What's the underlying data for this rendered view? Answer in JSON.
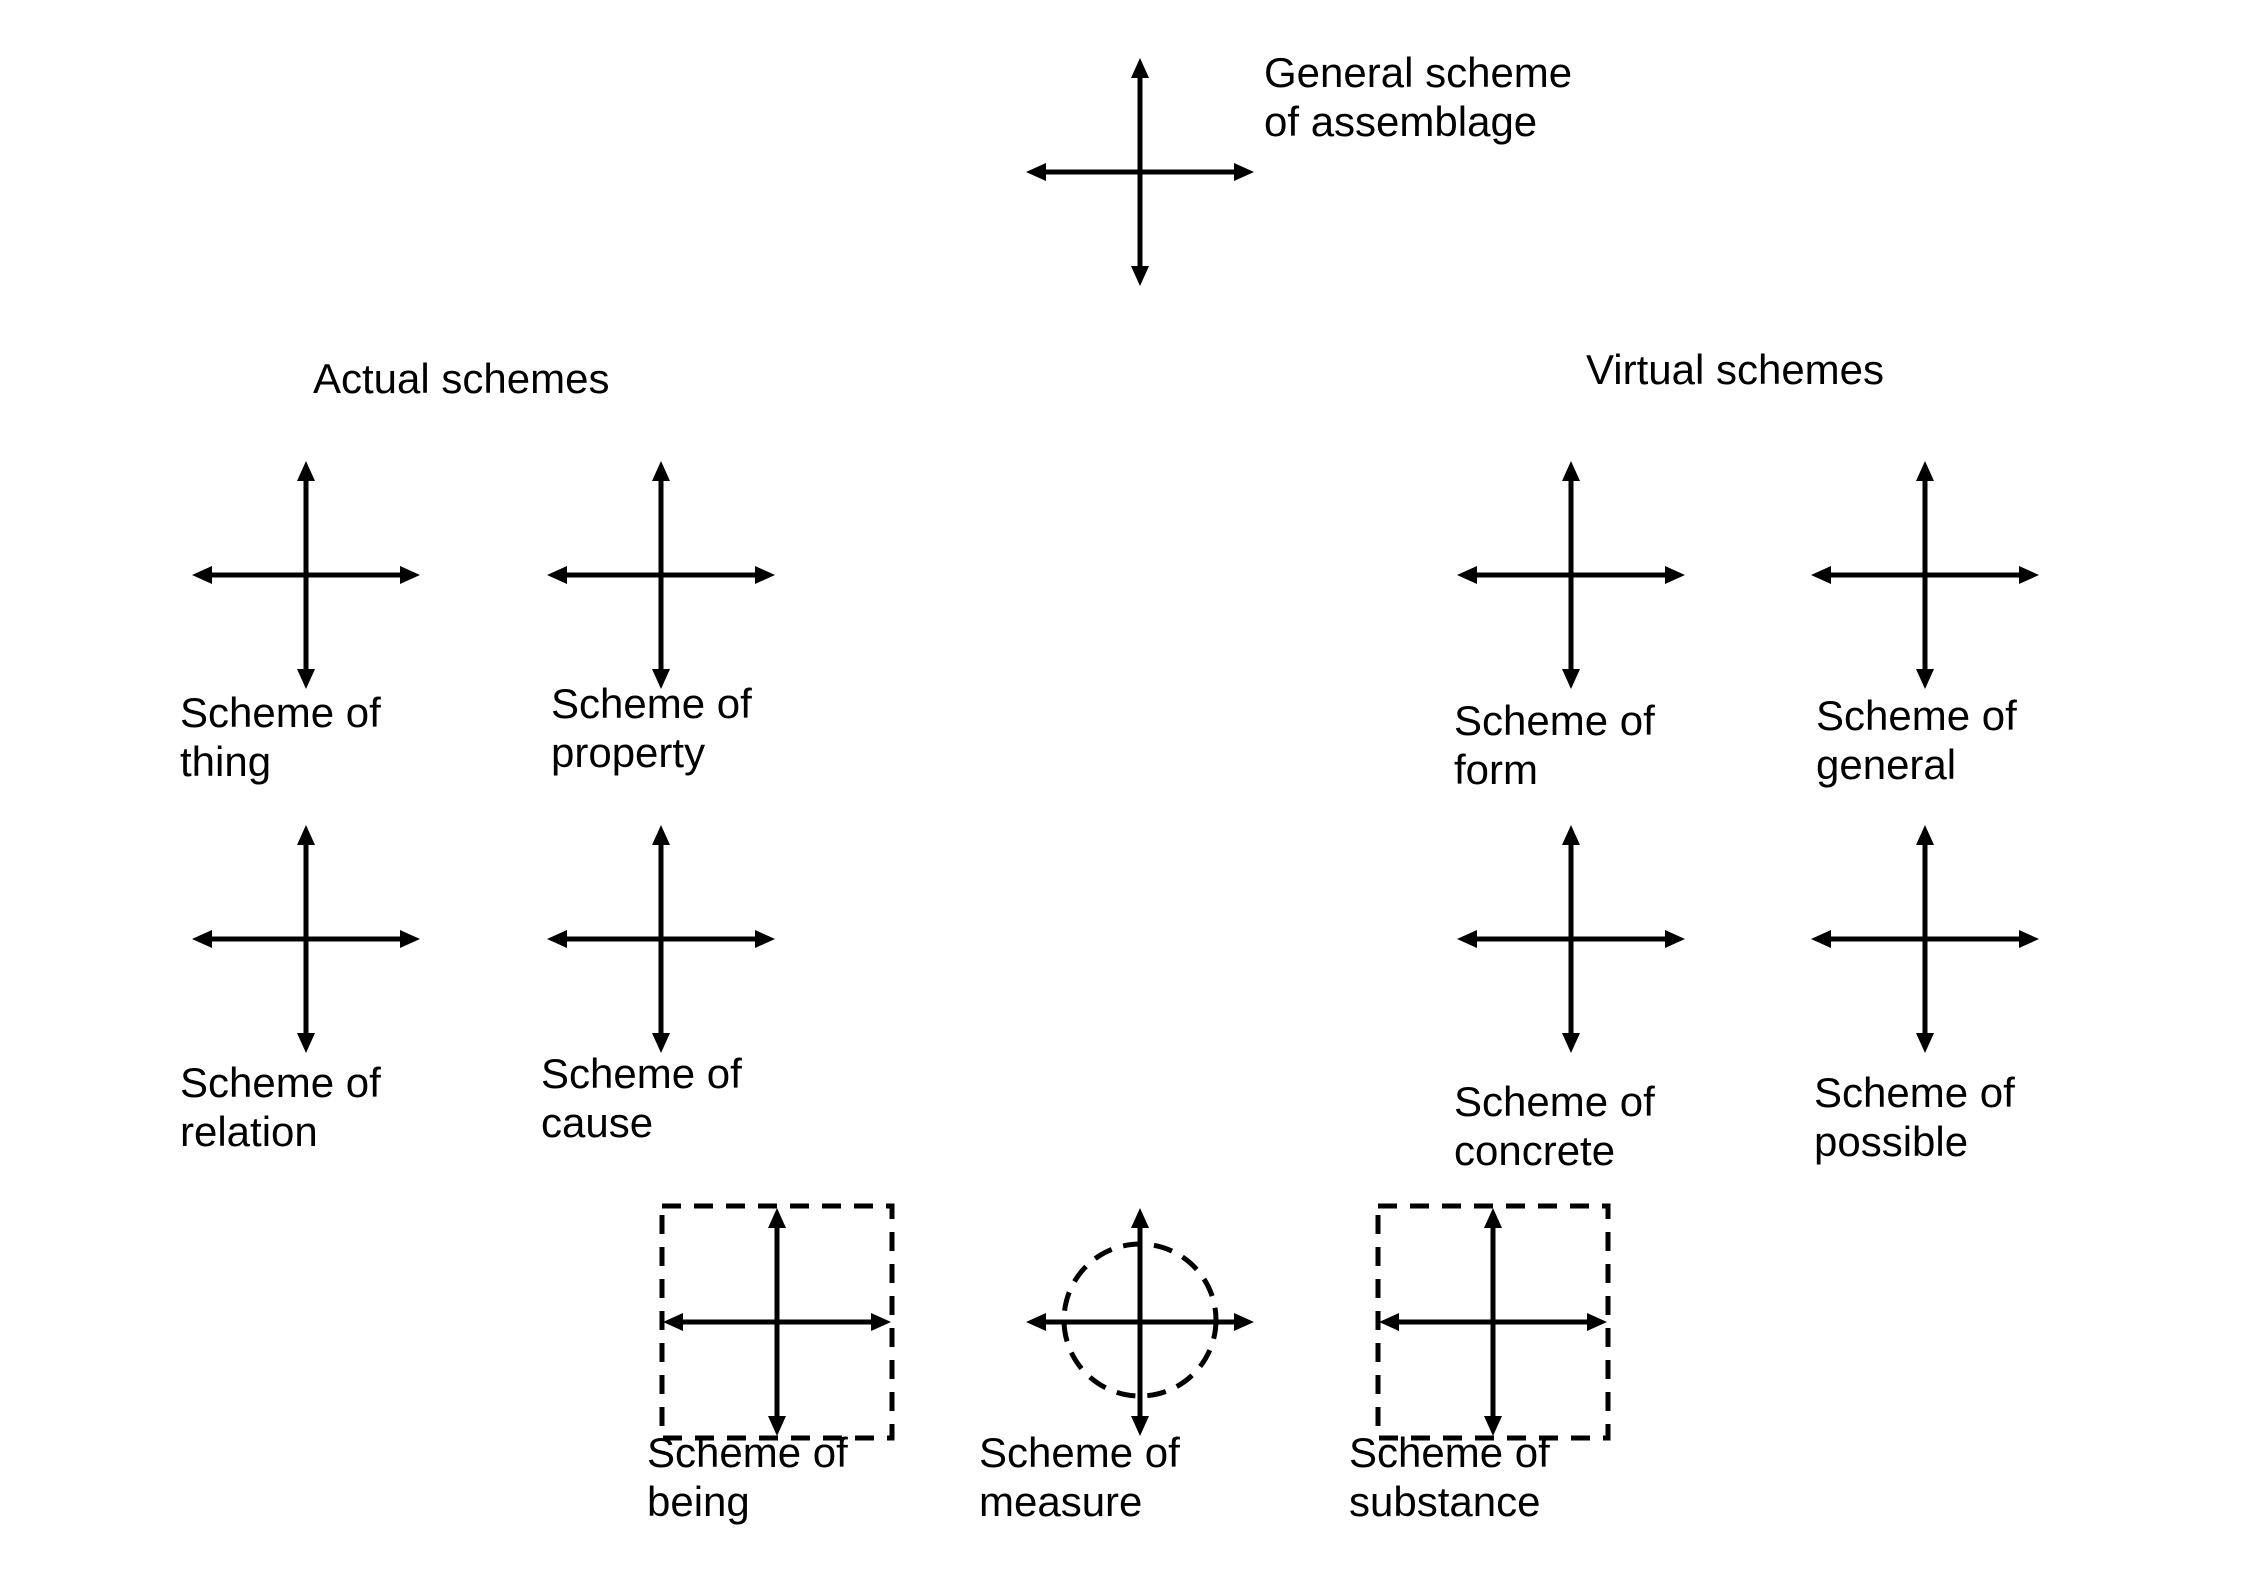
{
  "general": {
    "line1": "General scheme",
    "line2": "of assemblage"
  },
  "groups": {
    "actual": "Actual schemes",
    "virtual": "Virtual schemes"
  },
  "schemes": [
    {
      "id": "thing",
      "line1": "Scheme of",
      "line2": "thing"
    },
    {
      "id": "property",
      "line1": "Scheme of",
      "line2": "property"
    },
    {
      "id": "relation",
      "line1": "Scheme of",
      "line2": "relation"
    },
    {
      "id": "cause",
      "line1": "Scheme of",
      "line2": "cause"
    },
    {
      "id": "form",
      "line1": "Scheme of",
      "line2": "form"
    },
    {
      "id": "general",
      "line1": "Scheme of",
      "line2": "general"
    },
    {
      "id": "concrete",
      "line1": "Scheme of",
      "line2": "concrete"
    },
    {
      "id": "possible",
      "line1": "Scheme of",
      "line2": "possible"
    },
    {
      "id": "being",
      "line1": "Scheme of",
      "line2": "being",
      "frame": "dashed-square"
    },
    {
      "id": "measure",
      "line1": "Scheme of",
      "line2": "measure",
      "frame": "dashed-circle"
    },
    {
      "id": "substance",
      "line1": "Scheme of",
      "line2": "substance",
      "frame": "dashed-square"
    }
  ],
  "colors": {
    "ink": "#000000",
    "background": "#ffffff"
  }
}
